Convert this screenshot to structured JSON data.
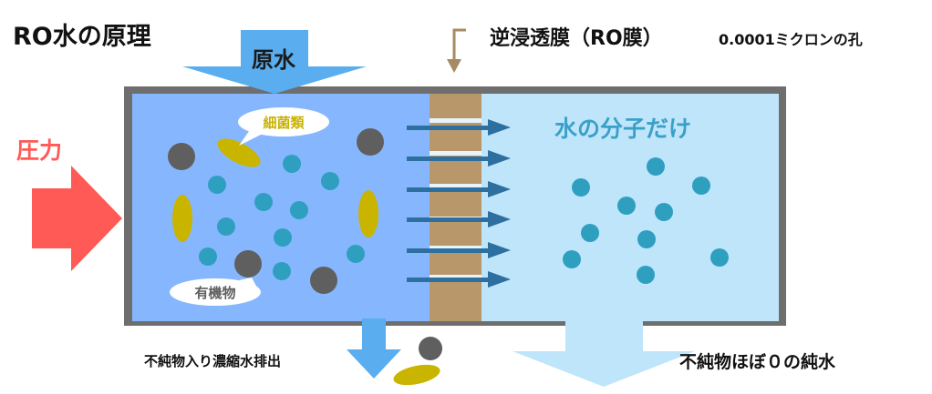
{
  "title": "RO水の原理",
  "labels": {
    "membrane": "逆浸透膜（RO膜）",
    "pore": "0.0001ミクロンの孔",
    "raw_water": "原水",
    "pressure": "圧力",
    "bacteria": "細菌類",
    "organic": "有機物",
    "water_molecules": "水の分子だけ",
    "concentrate": "不純物入り濃縮水排出",
    "pure_water": "不純物ほぼ０の純水"
  },
  "colors": {
    "feed_water": "#86b7fe",
    "permeate_water": "#bfe5fb",
    "membrane": "#b8986b",
    "frame": "#6e6e6e",
    "pressure_arrow": "#ff5a55",
    "flow_arrow": "#5aaeef",
    "molecule": "#2f9fc0",
    "bacteria": "#c9b400",
    "organic": "#5f5f5f",
    "pointer": "#a68a63"
  }
}
